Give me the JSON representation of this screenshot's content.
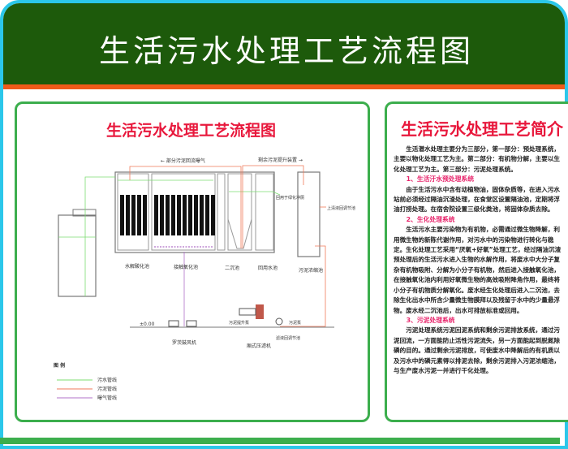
{
  "header": {
    "title": "生活污水处理工艺流程图"
  },
  "diagram_panel": {
    "title": "生活污水处理工艺流程图",
    "flow_labels": {
      "return": "← 部分污泥回流曝气",
      "excess": "剩余污泥提升装置 →",
      "reuse_out": "回用于绿化冲厕",
      "sludge_out": "上清液回调节池",
      "sludge_pump": "污泥泵",
      "filtrate": "滤液回调节池",
      "wastewater_in": "污泥提升泵",
      "ground": "±0.00"
    },
    "tanks": [
      "水解酸化池",
      "接触氧化池",
      "二沉池",
      "回用水池",
      "污泥浓缩池"
    ],
    "equipment": [
      "罗茨鼓风机",
      "厢式压滤机"
    ],
    "legend": {
      "title": "图 例",
      "items": [
        {
          "label": "污水管线",
          "color": "#7ddc72"
        },
        {
          "label": "污泥管线",
          "color": "#f07a5a"
        },
        {
          "label": "曝气管线",
          "color": "#b070c8"
        }
      ]
    }
  },
  "intro_panel": {
    "title": "生活污水处理工艺简介",
    "p0": "生活潜水处理主要分为三部分，第一部分：预处理系统，主要以物化处理工艺为主。第二部分：有机物分解，主要以生化处理工艺为主。第三部分：污泥处理系统。",
    "h1": "1、生活汙水预处理系统",
    "p1": "由于生活污水中含有动植物油，固体杂质等，在进入污水站前必须经过隔油沉渣处理，在食堂区设置隔油池，定期将浮油打捞处理。在宿舍院设置三级化粪池，将固体杂质去除。",
    "h2": "2、生化处理系统",
    "p2": "生活污水主要污染物为有机物，必需通过微生物降解，利用微生物的新陈代谢作用，对污水中的污染物进行转化与稳定。生化处理工艺采用“厌氧+好氧”处理工艺，经过隔油沉渣预处理后的生活污水进入生物的水解作用，将废水中大分子复杂有机物吸附、分解为小分子有机物，然后进入接触氧化池，在接触氧化池内利用好氧微生物的高效吸附降角作用，最终将小分子有机物质分解氧化。废水经生化处理后进入二沉池，去除生化出水中所含少量微生物膜拜以及残留于水中的少量悬浮物。废水经二沉池后，出水可排放标准或回用。",
    "h3": "3、污泥处理系统",
    "p3": "污泥处理系统污泥回泥系统和剩余污泥排放系统，通过污泥回流，一方面能防止活性污泥流失，另一方面能起到脱氮除磷的目的。通过剩余污泥排放，可使废水中降解后的有机质以及污水中的磷元素得以排泥去除，剩余污泥排入污泥浓缩池，与生产废水污泥一并进行干化处理。"
  },
  "colors": {
    "header": "#1d5a0b",
    "stripe": "#f05a1a",
    "panel_border": "#3cae4d",
    "title_red": "#e8183c",
    "frame": "#2bc7ea"
  }
}
